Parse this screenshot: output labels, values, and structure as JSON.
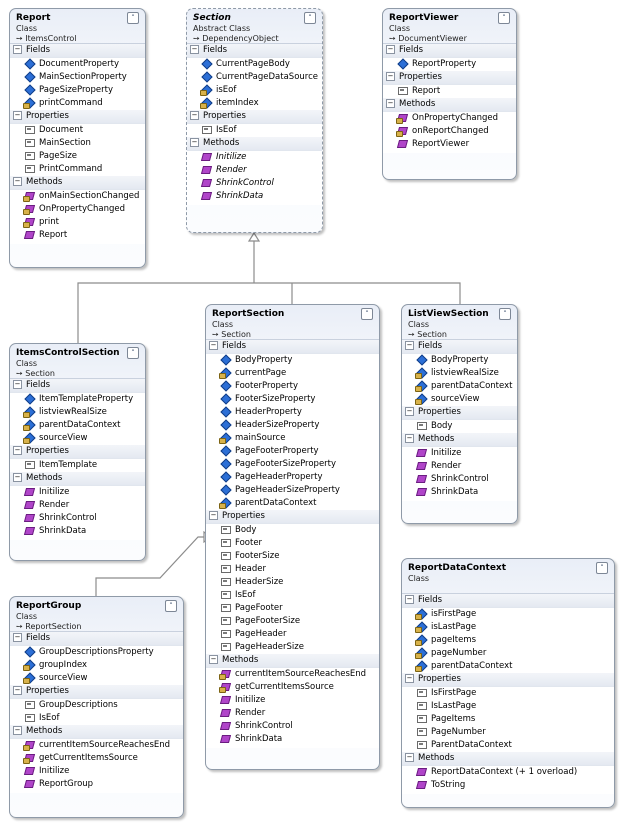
{
  "colors": {
    "field": "#2c6fd6",
    "property": "#7a7a7a",
    "method": "#b045c9",
    "line": "#8c8c8c"
  },
  "icons": {
    "collapse": "double-chevron-up-icon",
    "field": "field-icon",
    "property": "property-icon",
    "method": "method-icon",
    "inherits": "inheritance-arrow-icon"
  },
  "sections": {
    "fields": "Fields",
    "properties": "Properties",
    "methods": "Methods"
  },
  "classes": [
    {
      "id": "report",
      "name": "Report",
      "kind": "Class",
      "base": "ItemsControl",
      "fields": [
        {
          "label": "DocumentProperty",
          "vis": "public"
        },
        {
          "label": "MainSectionProperty",
          "vis": "public"
        },
        {
          "label": "PageSizeProperty",
          "vis": "public"
        },
        {
          "label": "printCommand",
          "vis": "private"
        }
      ],
      "properties": [
        {
          "label": "Document"
        },
        {
          "label": "MainSection"
        },
        {
          "label": "PageSize"
        },
        {
          "label": "PrintCommand"
        }
      ],
      "methods": [
        {
          "label": "onMainSectionChanged",
          "vis": "private"
        },
        {
          "label": "OnPropertyChanged",
          "vis": "private"
        },
        {
          "label": "print",
          "vis": "private"
        },
        {
          "label": "Report",
          "vis": "public"
        }
      ]
    },
    {
      "id": "section",
      "name": "Section",
      "kind": "Abstract Class",
      "base": "DependencyObject",
      "abstract": true,
      "fields": [
        {
          "label": "CurrentPageBody",
          "vis": "public"
        },
        {
          "label": "CurrentPageDataSource",
          "vis": "public"
        },
        {
          "label": "isEof",
          "vis": "private"
        },
        {
          "label": "itemIndex",
          "vis": "private"
        }
      ],
      "properties": [
        {
          "label": "IsEof"
        }
      ],
      "methods": [
        {
          "label": "Initilize",
          "vis": "public"
        },
        {
          "label": "Render",
          "vis": "public"
        },
        {
          "label": "ShrinkControl",
          "vis": "public"
        },
        {
          "label": "ShrinkData",
          "vis": "public"
        }
      ]
    },
    {
      "id": "reportviewer",
      "name": "ReportViewer",
      "kind": "Class",
      "base": "DocumentViewer",
      "fields": [
        {
          "label": "ReportProperty",
          "vis": "public"
        }
      ],
      "properties": [
        {
          "label": "Report"
        }
      ],
      "methods": [
        {
          "label": "OnPropertyChanged",
          "vis": "private"
        },
        {
          "label": "onReportChanged",
          "vis": "private"
        },
        {
          "label": "ReportViewer",
          "vis": "public"
        }
      ]
    },
    {
      "id": "itemscontrolsection",
      "name": "ItemsControlSection",
      "kind": "Class",
      "base": "Section",
      "fields": [
        {
          "label": "ItemTemplateProperty",
          "vis": "public"
        },
        {
          "label": "listviewRealSize",
          "vis": "private"
        },
        {
          "label": "parentDataContext",
          "vis": "private"
        },
        {
          "label": "sourceView",
          "vis": "private"
        }
      ],
      "properties": [
        {
          "label": "ItemTemplate"
        }
      ],
      "methods": [
        {
          "label": "Initilize",
          "vis": "public"
        },
        {
          "label": "Render",
          "vis": "public"
        },
        {
          "label": "ShrinkControl",
          "vis": "public"
        },
        {
          "label": "ShrinkData",
          "vis": "public"
        }
      ]
    },
    {
      "id": "reportsection",
      "name": "ReportSection",
      "kind": "Class",
      "base": "Section",
      "fields": [
        {
          "label": "BodyProperty",
          "vis": "public"
        },
        {
          "label": "currentPage",
          "vis": "private"
        },
        {
          "label": "FooterProperty",
          "vis": "public"
        },
        {
          "label": "FooterSizeProperty",
          "vis": "public"
        },
        {
          "label": "HeaderProperty",
          "vis": "public"
        },
        {
          "label": "HeaderSizeProperty",
          "vis": "public"
        },
        {
          "label": "mainSource",
          "vis": "private"
        },
        {
          "label": "PageFooterProperty",
          "vis": "public"
        },
        {
          "label": "PageFooterSizeProperty",
          "vis": "public"
        },
        {
          "label": "PageHeaderProperty",
          "vis": "public"
        },
        {
          "label": "PageHeaderSizeProperty",
          "vis": "public"
        },
        {
          "label": "parentDataContext",
          "vis": "private"
        }
      ],
      "properties": [
        {
          "label": "Body"
        },
        {
          "label": "Footer"
        },
        {
          "label": "FooterSize"
        },
        {
          "label": "Header"
        },
        {
          "label": "HeaderSize"
        },
        {
          "label": "IsEof"
        },
        {
          "label": "PageFooter"
        },
        {
          "label": "PageFooterSize"
        },
        {
          "label": "PageHeader"
        },
        {
          "label": "PageHeaderSize"
        }
      ],
      "methods": [
        {
          "label": "currentItemSourceReachesEnd",
          "vis": "private"
        },
        {
          "label": "getCurrentItemsSource",
          "vis": "private"
        },
        {
          "label": "Initilize",
          "vis": "public"
        },
        {
          "label": "Render",
          "vis": "public"
        },
        {
          "label": "ShrinkControl",
          "vis": "public"
        },
        {
          "label": "ShrinkData",
          "vis": "public"
        }
      ]
    },
    {
      "id": "listviewsection",
      "name": "ListViewSection",
      "kind": "Class",
      "base": "Section",
      "fields": [
        {
          "label": "BodyProperty",
          "vis": "public"
        },
        {
          "label": "listviewRealSize",
          "vis": "private"
        },
        {
          "label": "parentDataContext",
          "vis": "private"
        },
        {
          "label": "sourceView",
          "vis": "private"
        }
      ],
      "properties": [
        {
          "label": "Body"
        }
      ],
      "methods": [
        {
          "label": "Initilize",
          "vis": "public"
        },
        {
          "label": "Render",
          "vis": "public"
        },
        {
          "label": "ShrinkControl",
          "vis": "public"
        },
        {
          "label": "ShrinkData",
          "vis": "public"
        }
      ]
    },
    {
      "id": "reportgroup",
      "name": "ReportGroup",
      "kind": "Class",
      "base": "ReportSection",
      "fields": [
        {
          "label": "GroupDescriptionsProperty",
          "vis": "public"
        },
        {
          "label": "groupIndex",
          "vis": "private"
        },
        {
          "label": "sourceView",
          "vis": "private"
        }
      ],
      "properties": [
        {
          "label": "GroupDescriptions"
        },
        {
          "label": "IsEof"
        }
      ],
      "methods": [
        {
          "label": "currentItemSourceReachesEnd",
          "vis": "private"
        },
        {
          "label": "getCurrentItemsSource",
          "vis": "private"
        },
        {
          "label": "Initilize",
          "vis": "public"
        },
        {
          "label": "ReportGroup",
          "vis": "public"
        }
      ]
    },
    {
      "id": "reportdatacontext",
      "name": "ReportDataContext",
      "kind": "Class",
      "base": "",
      "fields": [
        {
          "label": "isFirstPage",
          "vis": "private"
        },
        {
          "label": "isLastPage",
          "vis": "private"
        },
        {
          "label": "pageItems",
          "vis": "private"
        },
        {
          "label": "pageNumber",
          "vis": "private"
        },
        {
          "label": "parentDataContext",
          "vis": "private"
        }
      ],
      "properties": [
        {
          "label": "IsFirstPage"
        },
        {
          "label": "IsLastPage"
        },
        {
          "label": "PageItems"
        },
        {
          "label": "PageNumber"
        },
        {
          "label": "ParentDataContext"
        }
      ],
      "methods": [
        {
          "label": "ReportDataContext (+ 1 overload)",
          "vis": "public"
        },
        {
          "label": "ToString",
          "vis": "public"
        }
      ]
    }
  ]
}
